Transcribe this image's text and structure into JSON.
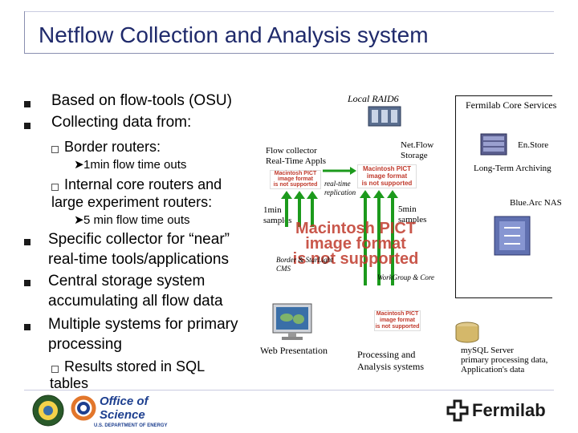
{
  "slide": {
    "title": "Netflow Collection and Analysis system"
  },
  "bullets": {
    "b1": "Based on flow-tools (OSU)",
    "b2": "Collecting data from:",
    "b2_1": "Border routers:",
    "b2_1_1": "1min flow time outs",
    "b2_2_line1": "Internal core routers and",
    "b2_2_line2": "large experiment routers:",
    "b2_2_1": "5 min flow time outs",
    "b3_line1": "Specific collector for “near”",
    "b3_line2": "real-time tools/applications",
    "b4_line1": "Central storage system",
    "b4_line2": "accumulating all flow data",
    "b5_line1": "Multiple systems for primary",
    "b5_line2": "processing",
    "b5_1_line1": "Results stored in SQL",
    "b5_1_line2": "tables"
  },
  "diagram": {
    "local_raid": "Local RAID6",
    "core_services": "Fermilab Core Services",
    "netflow_storage_l1": "Net.Flow",
    "netflow_storage_l2": "Storage",
    "enstore": "En.Store",
    "flow_collector_l1": "Flow collector",
    "flow_collector_l2": "Real-Time Appls",
    "long_term": "Long-Term Archiving",
    "realtime_repl_l1": "real-time",
    "realtime_repl_l2": "replication",
    "bluearc": "Blue.Arc NAS",
    "one_min_l1": "1min",
    "one_min_l2": "samples",
    "five_min_l1": "5min",
    "five_min_l2": "samples",
    "border_l1": "Border & StarLight",
    "border_l2": "CMS",
    "workgroup": "WorkGroup & Core",
    "web_presentation": "Web Presentation",
    "processing_l1": "Processing and",
    "processing_l2": "Analysis systems",
    "mysql_l1": "mySQL Server",
    "mysql_l2": "primary processing data,",
    "mysql_l3": "Application's data"
  },
  "pict_placeholder": {
    "line1": "Macintosh PICT",
    "line2": "image format",
    "line3": "is not supported"
  },
  "footer": {
    "office_l1": "Office of",
    "office_l2": "Science",
    "doe": "U.S. DEPARTMENT OF ENERGY",
    "fermilab": "Fermilab"
  },
  "colors": {
    "title": "#1f2a6b",
    "arrows": "#1c9a1c",
    "pict_red": "#c0392b",
    "office_blue": "#1d3f8f",
    "office_orange": "#e2762b"
  }
}
